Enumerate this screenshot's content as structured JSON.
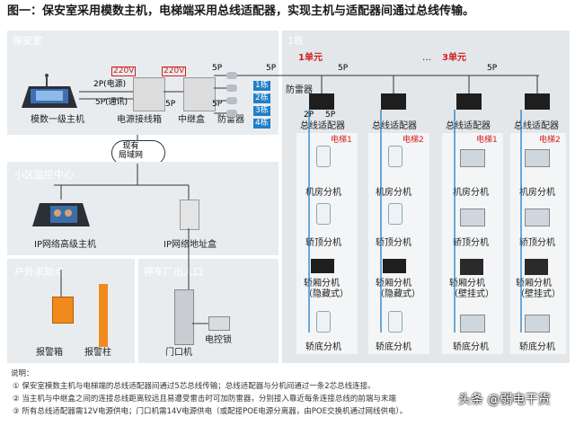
{
  "header": {
    "title": "图一：保安室采用模数主机，电梯端采用总线适配器，实现主机与适配器间通过总线传输。"
  },
  "security_room": {
    "title": "保安室",
    "host_label": "模数一级主机",
    "power_box_label": "电源接线箱",
    "relay_label": "中继盒",
    "arrester_label": "防雷器",
    "power_line": "2P(电源)",
    "comm_line": "5P(通讯)",
    "v220_a": "220V",
    "v220_b": "220V",
    "p5_a": "5P",
    "p5_b": "5P",
    "p5_c": "5P",
    "lines": [
      "1栋",
      "2栋",
      "3栋",
      "4栋"
    ]
  },
  "lan_label": "现有\n局域网",
  "monitor_center": {
    "title": "小区监控中心",
    "host_label": "IP网络高级主机",
    "address_box_label": "IP网络地址盒"
  },
  "outdoor": {
    "title": "户外求助点",
    "alarm_box_label": "报警箱",
    "alarm_pole_label": "报警柱"
  },
  "parking": {
    "title": "停车厂出入口",
    "door_unit_label": "门口机",
    "lock_label": "电控锁"
  },
  "building": {
    "title": "1栋",
    "unit1": "1单元",
    "ellipsis": "…",
    "unit3": "3单元",
    "arrester_label": "防雷器",
    "p5_left": "5P",
    "p5_u1": "5P",
    "p5_u3": "5P",
    "p2": "2P",
    "p5_adapter": "5P",
    "adapter_label": "总线适配器",
    "elevators": [
      "电梯1",
      "电梯2",
      "电梯1",
      "电梯2"
    ],
    "machine_room": "机房分机",
    "car_top": "轿顶分机",
    "car_hidden": "轿厢分机\n（隐藏式）",
    "car_wall": "轿厢分机\n（壁挂式）",
    "car_bottom": "轿底分机"
  },
  "notes": {
    "title": "说明：",
    "items": [
      "① 保安室模数主机与电梯端的总线适配器间通过5芯总线传输；总线适配器与分机间通过一条2芯总线连接。",
      "② 当主机与中继盒之间的连接总线距离较远且易遭受雷击时可加防雷器，分别接入靠近每条连接总线的前端与末端",
      "③ 所有总线适配器需12V电源供电；门口机需14V电源供电（或配接POE电源分离器，由POE交换机通过网线供电）。"
    ]
  },
  "watermark": "头条 @弱电干货"
}
